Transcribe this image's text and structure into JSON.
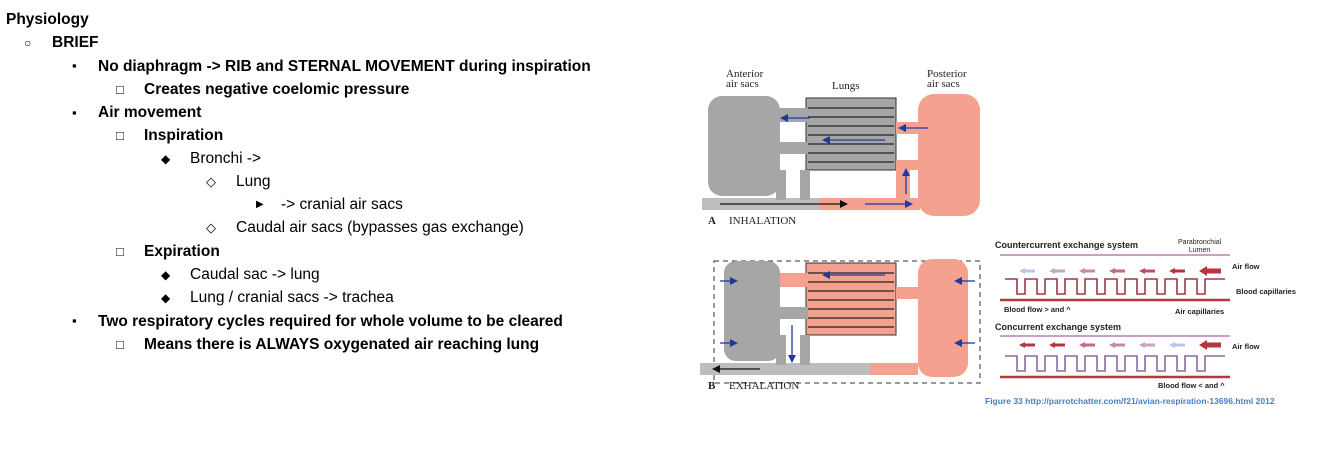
{
  "outline": {
    "title": "Physiology",
    "brief": "BRIEF",
    "l1_no_diaphragm": "No diaphragm -> RIB and STERNAL MOVEMENT during inspiration",
    "l2_neg_pressure": "Creates negative coelomic pressure",
    "l1_air_movement": "Air movement",
    "l2_inspiration": "Inspiration",
    "l3_bronchi": "Bronchi ->",
    "l4_lung": "Lung",
    "l5_cranial": "-> cranial air sacs",
    "l4_caudal": "Caudal air sacs (bypasses gas exchange)",
    "l2_expiration": "Expiration",
    "l3_caudal_sac": "Caudal sac -> lung",
    "l3_lung_cranial": "Lung / cranial sacs -> trachea",
    "l1_two_cycles": "Two respiratory cycles required for whole volume to be cleared",
    "l2_means": "Means there is ALWAYS oxygenated air reaching lung"
  },
  "bullets": {
    "circle": "○",
    "square": "▪",
    "box": "□",
    "diamond": "◆",
    "open_diamond": "◇",
    "triangle": "▶"
  },
  "figure": {
    "label_anterior_1": "Anterior",
    "label_anterior_2": "air sacs",
    "label_lungs": "Lungs",
    "label_posterior_1": "Posterior",
    "label_posterior_2": "air sacs",
    "caption_a_letter": "A",
    "caption_a": "INHALATION",
    "caption_b_letter": "B",
    "caption_b": "EXHALATION",
    "countercurrent_title": "Countercurrent exchange system",
    "parabronchial_1": "Parabronchial",
    "parabronchial_2": "Lumen",
    "air_flow_1": "Air flow",
    "blood_capillaries": "Blood capillaries",
    "blood_flow_gt": "Blood flow > and ^",
    "air_capillaries": "Air capillaries",
    "concurrent_title": "Concurrent exchange system",
    "air_flow_2": "Air flow",
    "blood_flow_lt": "Blood flow < and ^",
    "credit": "Figure 33 http://parrotchatter.com/f21/avian-respiration-13696.html 2012"
  },
  "colors": {
    "gray_sac": "#a6a6a6",
    "salmon_sac": "#f4a28f",
    "arrow_blue": "#1f3a9e",
    "counter_red": "#b8343f",
    "counter_pale": "#c9a0c8",
    "credit_blue": "#4a7fc0"
  }
}
